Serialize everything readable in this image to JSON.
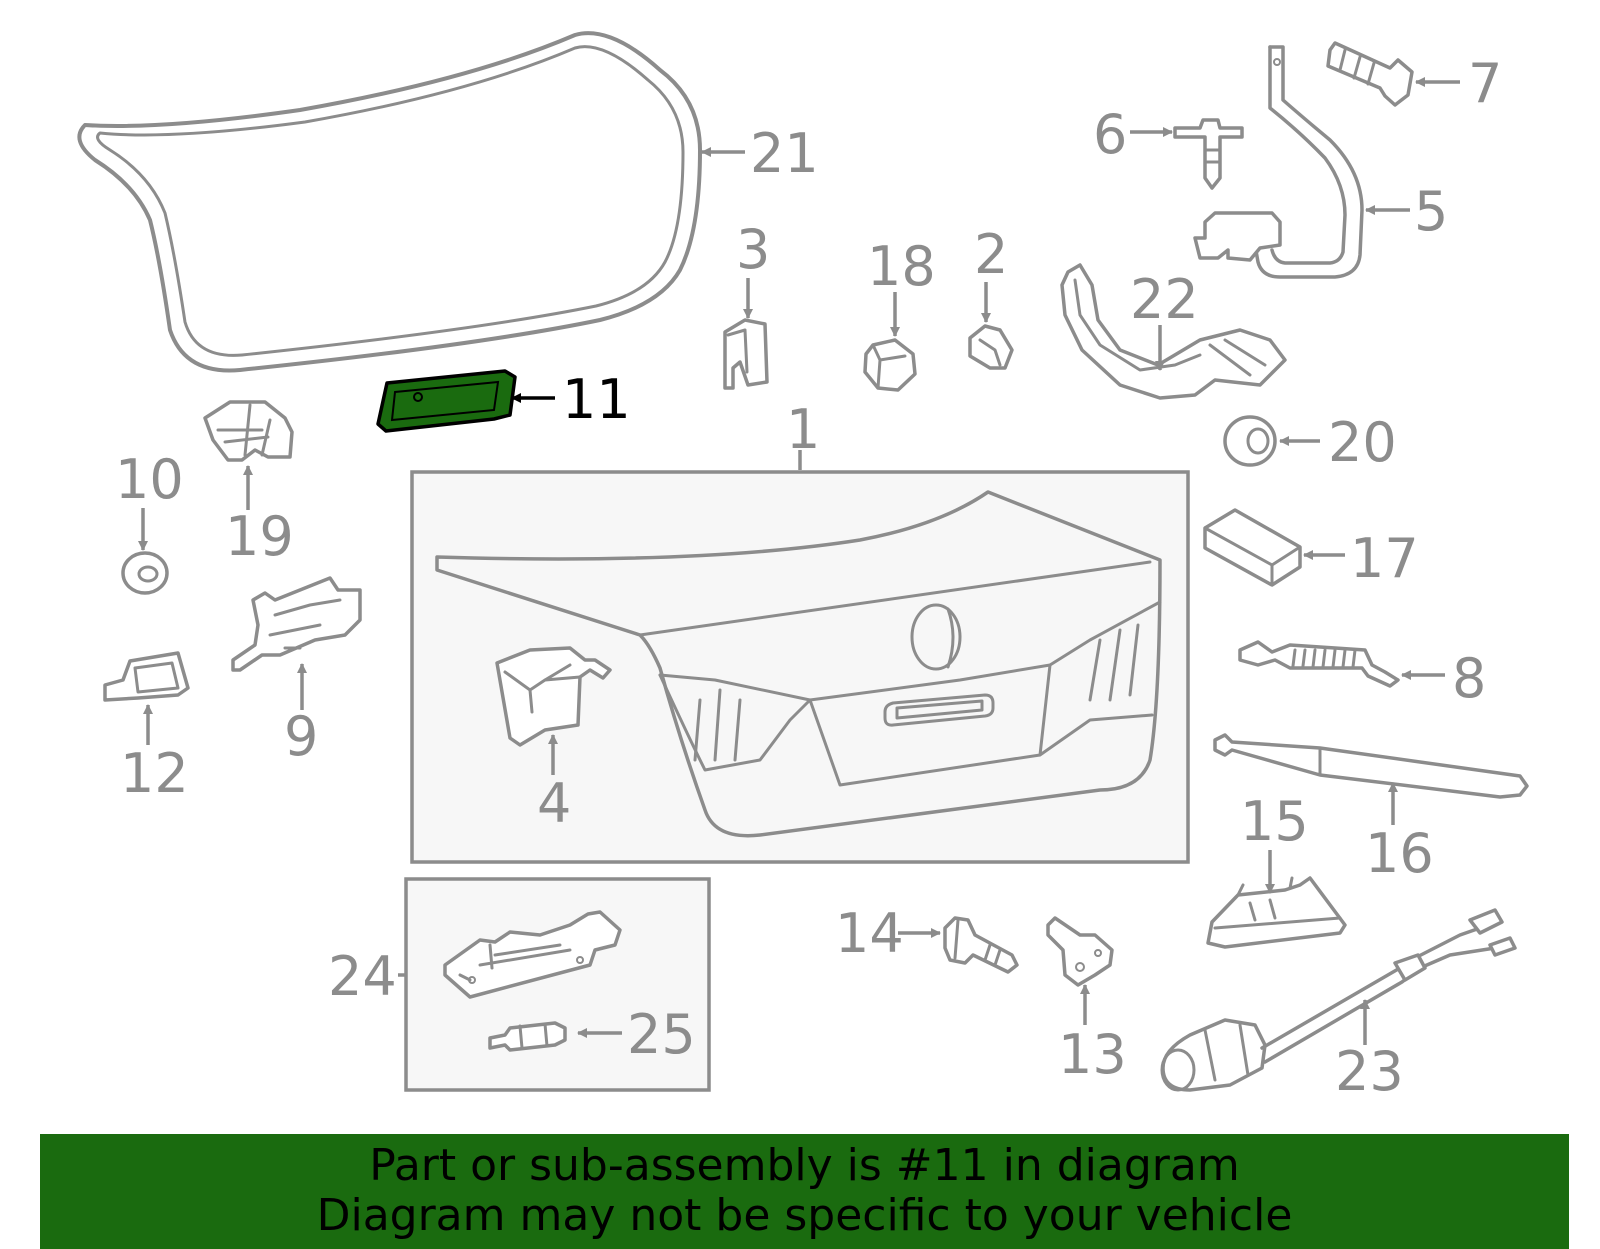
{
  "colors": {
    "line": "#8c8c8c",
    "highlight_fill": "#1a6b0f",
    "highlight_label": "#000000",
    "banner_bg": "#1a6b0f"
  },
  "highlighted_part": "11",
  "callouts": {
    "c1": "1",
    "c2": "2",
    "c3": "3",
    "c4": "4",
    "c5": "5",
    "c6": "6",
    "c7": "7",
    "c8": "8",
    "c9": "9",
    "c10": "10",
    "c11": "11",
    "c12": "12",
    "c13": "13",
    "c14": "14",
    "c15": "15",
    "c16": "16",
    "c17": "17",
    "c18": "18",
    "c19": "19",
    "c20": "20",
    "c21": "21",
    "c22": "22",
    "c23": "23",
    "c24": "24",
    "c25": "25"
  },
  "banner": {
    "line1": "Part or sub-assembly is #11 in diagram",
    "line2": "Diagram may not be specific to your vehicle"
  }
}
